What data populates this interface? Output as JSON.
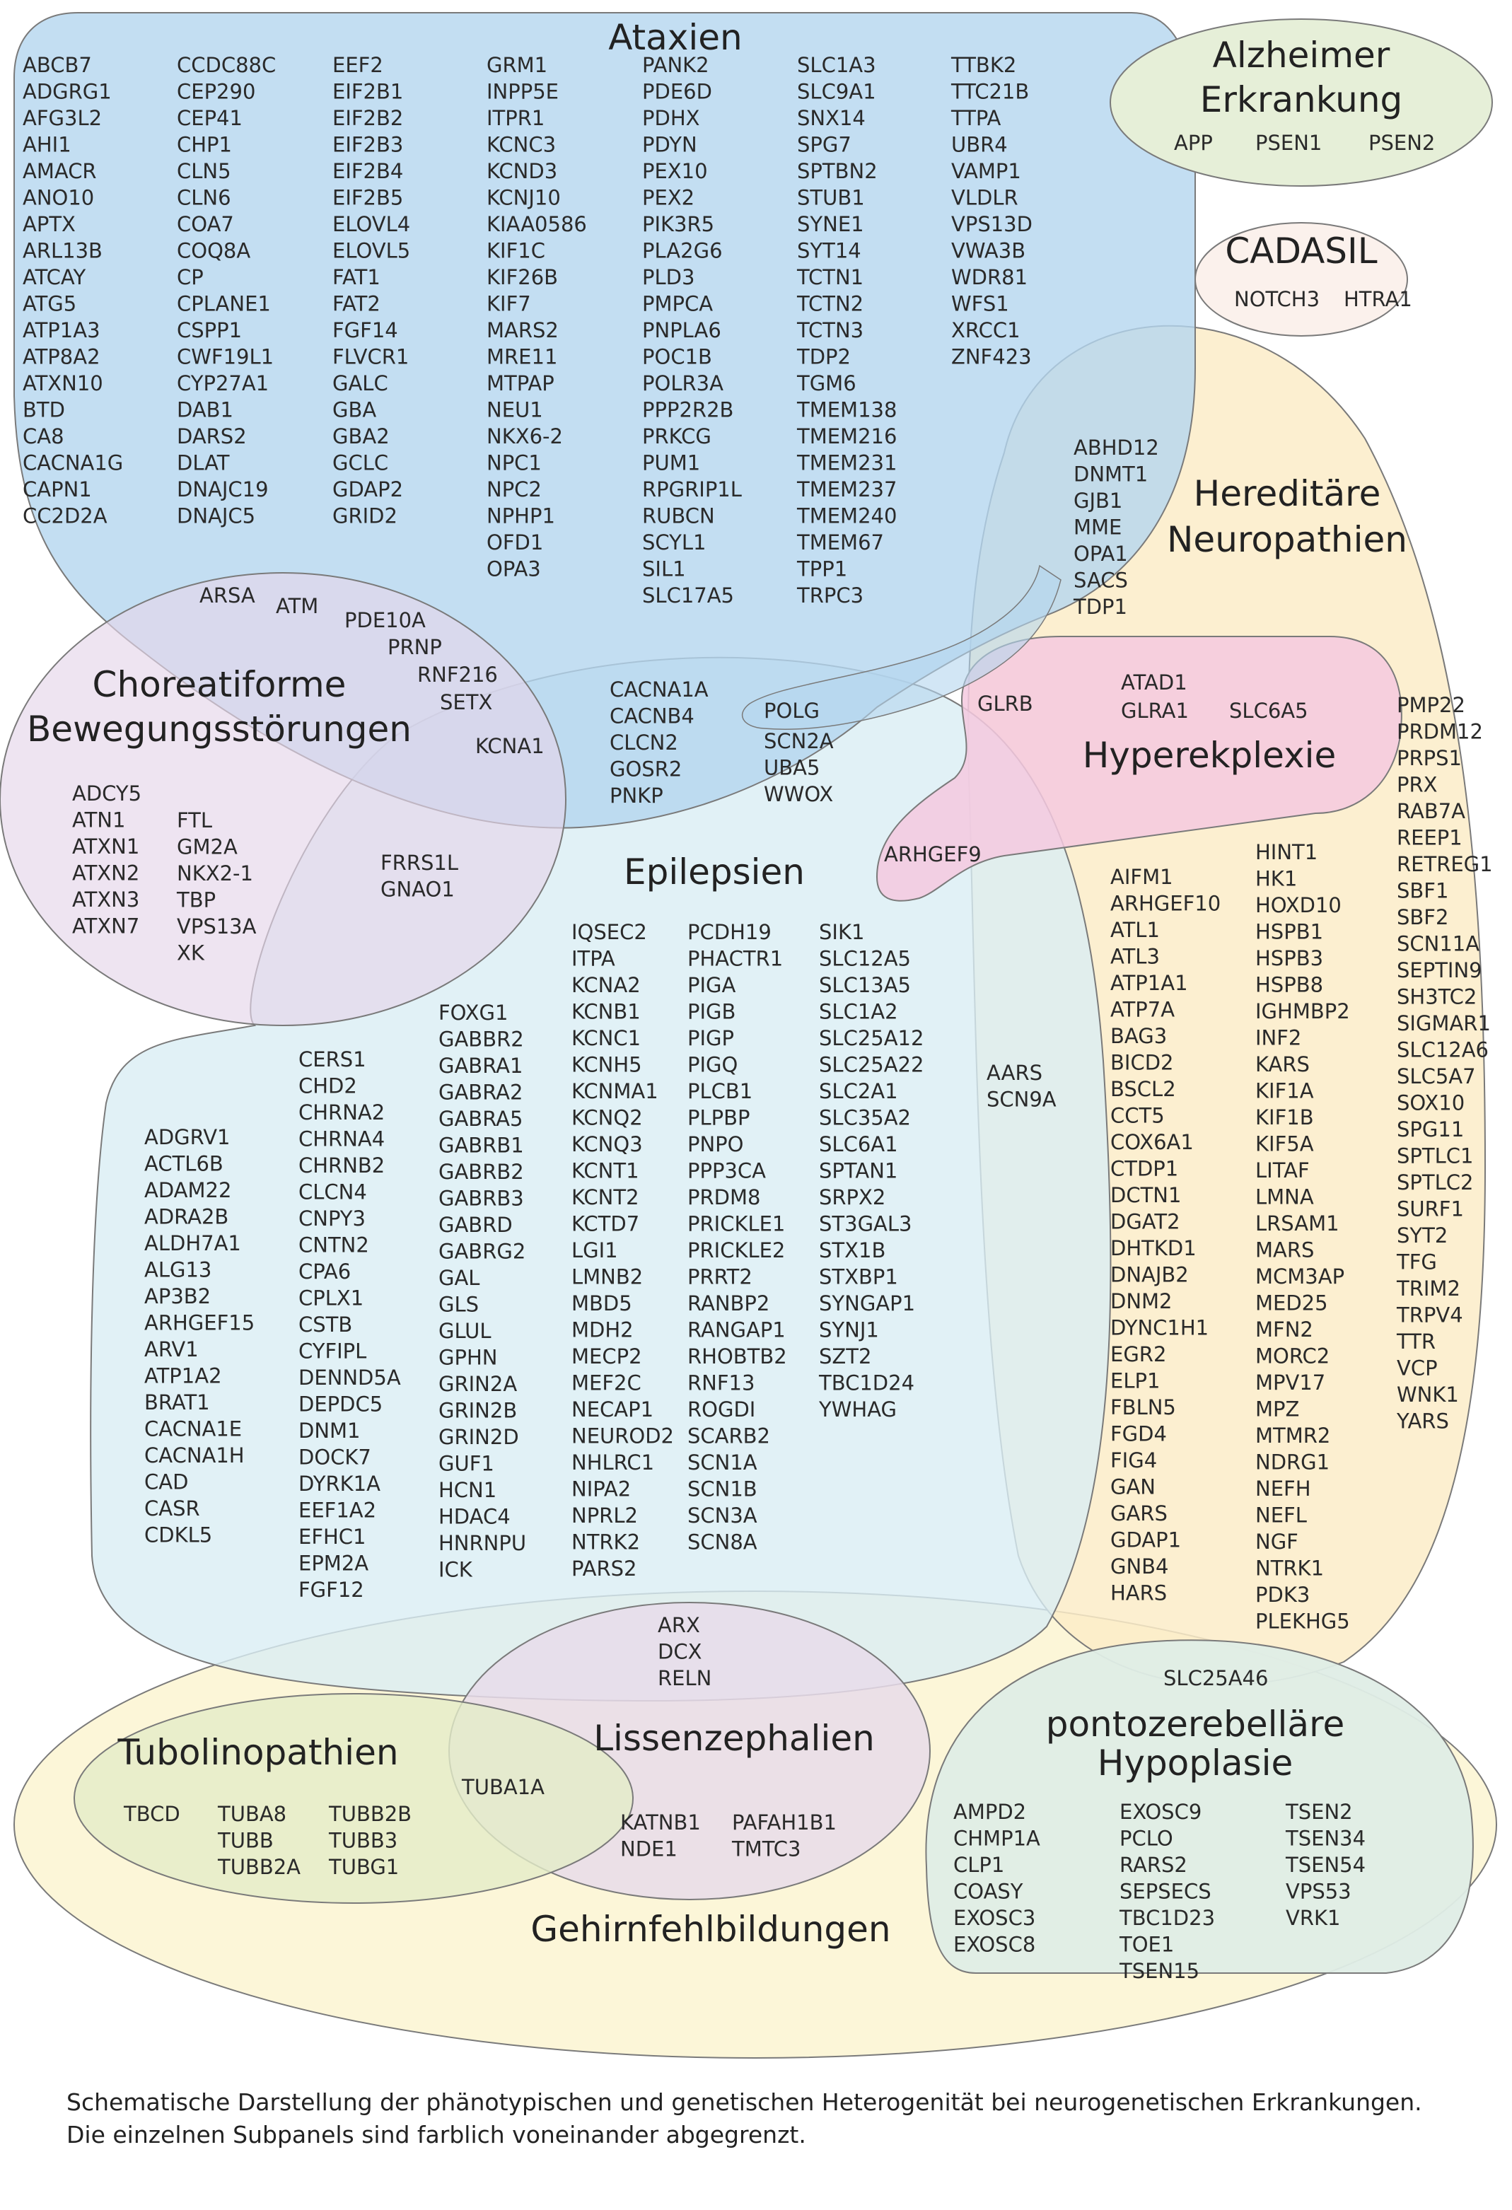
{
  "regions": {
    "ataxien": {
      "title": "Ataxien",
      "color": "#b4d6ef",
      "columns": [
        [
          "ABCB7",
          "ADGRG1",
          "AFG3L2",
          "AHI1",
          "AMACR",
          "ANO10",
          "APTX",
          "ARL13B",
          "ATCAY",
          "ATG5",
          "ATP1A3",
          "ATP8A2",
          "ATXN10",
          "BTD",
          "CA8",
          "CACNA1G",
          "CAPN1",
          "CC2D2A"
        ],
        [
          "CCDC88C",
          "CEP290",
          "CEP41",
          "CHP1",
          "CLN5",
          "CLN6",
          "COA7",
          "COQ8A",
          "CP",
          "CPLANE1",
          "CSPP1",
          "CWF19L1",
          "CYP27A1",
          "DAB1",
          "DARS2",
          "DLAT",
          "DNAJC19",
          "DNAJC5"
        ],
        [
          "EEF2",
          "EIF2B1",
          "EIF2B2",
          "EIF2B3",
          "EIF2B4",
          "EIF2B5",
          "ELOVL4",
          "ELOVL5",
          "FAT1",
          "FAT2",
          "FGF14",
          "FLVCR1",
          "GALC",
          "GBA",
          "GBA2",
          "GCLC",
          "GDAP2",
          "GRID2"
        ],
        [
          "GRM1",
          "INPP5E",
          "ITPR1",
          "KCNC3",
          "KCND3",
          "KCNJ10",
          "KIAA0586",
          "KIF1C",
          "KIF26B",
          "KIF7",
          "MARS2",
          "MRE11",
          "MTPAP",
          "NEU1",
          "NKX6-2",
          "NPC1",
          "NPC2",
          "NPHP1",
          "OFD1",
          "OPA3"
        ],
        [
          "PANK2",
          "PDE6D",
          "PDHX",
          "PDYN",
          "PEX10",
          "PEX2",
          "PIK3R5",
          "PLA2G6",
          "PLD3",
          "PMPCA",
          "PNPLA6",
          "POC1B",
          "POLR3A",
          "PPP2R2B",
          "PRKCG",
          "PUM1",
          "RPGRIP1L",
          "RUBCN",
          "SCYL1",
          "SIL1",
          "SLC17A5"
        ],
        [
          "SLC1A3",
          "SLC9A1",
          "SNX14",
          "SPG7",
          "SPTBN2",
          "STUB1",
          "SYNE1",
          "SYT14",
          "TCTN1",
          "TCTN2",
          "TCTN3",
          "TDP2",
          "TGM6",
          "TMEM138",
          "TMEM216",
          "TMEM231",
          "TMEM237",
          "TMEM240",
          "TMEM67",
          "TPP1",
          "TRPC3"
        ],
        [
          "TTBK2",
          "TTC21B",
          "TTPA",
          "UBR4",
          "VAMP1",
          "VLDLR",
          "VPS13D",
          "VWA3B",
          "WDR81",
          "WFS1",
          "XRCC1",
          "ZNF423"
        ]
      ]
    },
    "alzheimer": {
      "title": [
        "Alzheimer",
        "Erkrankung"
      ],
      "color": "#e6efd8",
      "genes": [
        "APP",
        "PSEN1",
        "PSEN2"
      ]
    },
    "cadasil": {
      "title": "CADASIL",
      "color": "#fbf1ec",
      "genes": [
        "NOTCH3",
        "HTRA1"
      ]
    },
    "neuropathien": {
      "title": [
        "Hereditäre",
        "Neuropathien"
      ],
      "color": "#fcecc8",
      "col1": [
        "AIFM1",
        "ARHGEF10",
        "ATL1",
        "ATL3",
        "ATP1A1",
        "ATP7A",
        "BAG3",
        "BICD2",
        "BSCL2",
        "CCT5",
        "COX6A1",
        "CTDP1",
        "DCTN1",
        "DGAT2",
        "DHTKD1",
        "DNAJB2",
        "DNM2",
        "DYNC1H1",
        "EGR2",
        "ELP1",
        "FBLN5",
        "FGD4",
        "FIG4",
        "GAN",
        "GARS",
        "GDAP1",
        "GNB4",
        "HARS"
      ],
      "col2": [
        "HINT1",
        "HK1",
        "HOXD10",
        "HSPB1",
        "HSPB3",
        "HSPB8",
        "IGHMBP2",
        "INF2",
        "KARS",
        "KIF1A",
        "KIF1B",
        "KIF5A",
        "LITAF",
        "LMNA",
        "LRSAM1",
        "MARS",
        "MCM3AP",
        "MED25",
        "MFN2",
        "MORC2",
        "MPV17",
        "MPZ",
        "MTMR2",
        "NDRG1",
        "NEFH",
        "NEFL",
        "NGF",
        "NTRK1",
        "PDK3",
        "PLEKHG5"
      ],
      "col3": [
        "PMP22",
        "PRDM12",
        "PRPS1",
        "PRX",
        "RAB7A",
        "REEP1",
        "RETREG1",
        "SBF1",
        "SBF2",
        "SCN11A",
        "SEPTIN9",
        "SH3TC2",
        "SIGMAR1",
        "SLC12A6",
        "SLC5A7",
        "SOX10",
        "SPG11",
        "SPTLC1",
        "SPTLC2",
        "SURF1",
        "SYT2",
        "TFG",
        "TRIM2",
        "TRPV4",
        "TTR",
        "VCP",
        "WNK1",
        "YARS"
      ]
    },
    "hyperekplexie": {
      "title": "Hyperekplexie",
      "color": "#f4c9df",
      "genes": [
        "ATAD1",
        "GLRA1",
        "SLC6A5"
      ]
    },
    "chorea": {
      "title": [
        "Choreatiforme",
        "Bewegungsstörungen"
      ],
      "color": "#e5d5ea",
      "col1": [
        "ADCY5",
        "ATN1",
        "ATXN1",
        "ATXN2",
        "ATXN3",
        "ATXN7"
      ],
      "col2": [
        "FTL",
        "GM2A",
        "NKX2-1",
        "TBP",
        "VPS13A",
        "XK"
      ]
    },
    "epilepsien": {
      "title": "Epilepsien",
      "color": "#daedf4",
      "columns": [
        [
          "ADGRV1",
          "ACTL6B",
          "ADAM22",
          "ADRA2B",
          "ALDH7A1",
          "ALG13",
          "AP3B2",
          "ARHGEF15",
          "ARV1",
          "ATP1A2",
          "BRAT1",
          "CACNA1E",
          "CACNA1H",
          "CAD",
          "CASR",
          "CDKL5"
        ],
        [
          "CERS1",
          "CHD2",
          "CHRNA2",
          "CHRNA4",
          "CHRNB2",
          "CLCN4",
          "CNPY3",
          "CNTN2",
          "CPA6",
          "CPLX1",
          "CSTB",
          "CYFIPL",
          "DENND5A",
          "DEPDC5",
          "DNM1",
          "DOCK7",
          "DYRK1A",
          "EEF1A2",
          "EFHC1",
          "EPM2A",
          "FGF12"
        ],
        [
          "FOXG1",
          "GABBR2",
          "GABRA1",
          "GABRA2",
          "GABRA5",
          "GABRB1",
          "GABRB2",
          "GABRB3",
          "GABRD",
          "GABRG2",
          "GAL",
          "GLS",
          "GLUL",
          "GPHN",
          "GRIN2A",
          "GRIN2B",
          "GRIN2D",
          "GUF1",
          "HCN1",
          "HDAC4",
          "HNRNPU",
          "ICK"
        ],
        [
          "IQSEC2",
          "ITPA",
          "KCNA2",
          "KCNB1",
          "KCNC1",
          "KCNH5",
          "KCNMA1",
          "KCNQ2",
          "KCNQ3",
          "KCNT1",
          "KCNT2",
          "KCTD7",
          "LGI1",
          "LMNB2",
          "MBD5",
          "MDH2",
          "MECP2",
          "MEF2C",
          "NECAP1",
          "NEUROD2",
          "NHLRC1",
          "NIPA2",
          "NPRL2",
          "NTRK2",
          "PARS2"
        ],
        [
          "PCDH19",
          "PHACTR1",
          "PIGA",
          "PIGB",
          "PIGP",
          "PIGQ",
          "PLCB1",
          "PLPBP",
          "PNPO",
          "PPP3CA",
          "PRDM8",
          "PRICKLE1",
          "PRICKLE2",
          "PRRT2",
          "RANBP2",
          "RANGAP1",
          "RHOBTB2",
          "RNF13",
          "ROGDI",
          "SCARB2",
          "SCN1A",
          "SCN1B",
          "SCN3A",
          "SCN8A"
        ],
        [
          "SIK1",
          "SLC12A5",
          "SLC13A5",
          "SLC1A2",
          "SLC25A12",
          "SLC25A22",
          "SLC2A1",
          "SLC35A2",
          "SLC6A1",
          "SPTAN1",
          "SRPX2",
          "ST3GAL3",
          "STX1B",
          "STXBP1",
          "SYNGAP1",
          "SYNJ1",
          "SZT2",
          "TBC1D24",
          "YWHAG"
        ]
      ]
    },
    "gehirnfehlbildungen": {
      "title": "Gehirnfehlbildungen",
      "color": "#fcf5d6"
    },
    "tubolinopathien": {
      "title": "Tubolinopathien",
      "color": "#e4ecc8",
      "col1": [
        "TBCD"
      ],
      "col2": [
        "TUBA8",
        "TUBB",
        "TUBB2A"
      ],
      "col3": [
        "TUBB2B",
        "TUBB3",
        "TUBG1"
      ]
    },
    "lissenzephalien": {
      "title": "Lissenzephalien",
      "color": "#e8dcea",
      "col1": [
        "KATNB1",
        "NDE1"
      ],
      "col2": [
        "PAFAH1B1",
        "TMTC3"
      ]
    },
    "pch": {
      "title": [
        "pontozerebelläre",
        "Hypoplasie"
      ],
      "color": "#dfede6",
      "col1": [
        "AMPD2",
        "CHMP1A",
        "CLP1",
        "COASY",
        "EXOSC3",
        "EXOSC8"
      ],
      "col2": [
        "EXOSC9",
        "PCLO",
        "RARS2",
        "SEPSECS",
        "TBC1D23",
        "TOE1",
        "TSEN15"
      ],
      "col3": [
        "TSEN2",
        "TSEN34",
        "TSEN54",
        "VPS53",
        "VRK1"
      ]
    }
  },
  "overlaps": {
    "ataxia_chorea": [
      "ARSA",
      "ATM",
      "PDE10A",
      "PRNP",
      "RNF216",
      "SETX"
    ],
    "ataxia_chorea_epilepsy": [
      "KCNA1"
    ],
    "ataxia_epilepsy_col1": [
      "CACNA1A",
      "CACNB4",
      "CLCN2",
      "GOSR2",
      "PNKP"
    ],
    "ataxia_epilepsy_col2": [
      "SCN2A",
      "UBA5",
      "WWOX"
    ],
    "ataxia_neuropathy": [
      "ABHD12",
      "DNMT1",
      "GJB1",
      "MME",
      "OPA1",
      "SACS",
      "TDP1"
    ],
    "polg": "POLG",
    "glrb": "GLRB",
    "arhgef9": "ARHGEF9",
    "chorea_epilepsy": [
      "FRRS1L",
      "GNAO1"
    ],
    "epilepsy_neuropathy": [
      "AARS",
      "SCN9A"
    ],
    "epilepsy_malformation": [
      "ARX",
      "DCX",
      "RELN"
    ],
    "tubulin_lissencephaly": "TUBA1A",
    "neuropathy_pch": "SLC25A46"
  },
  "caption": "Schematische Darstellung der phänotypischen und genetischen Heterogenität bei neurogenetischen Erkrankungen. Die einzelnen Subpanels sind farblich voneinander abgegrenzt."
}
